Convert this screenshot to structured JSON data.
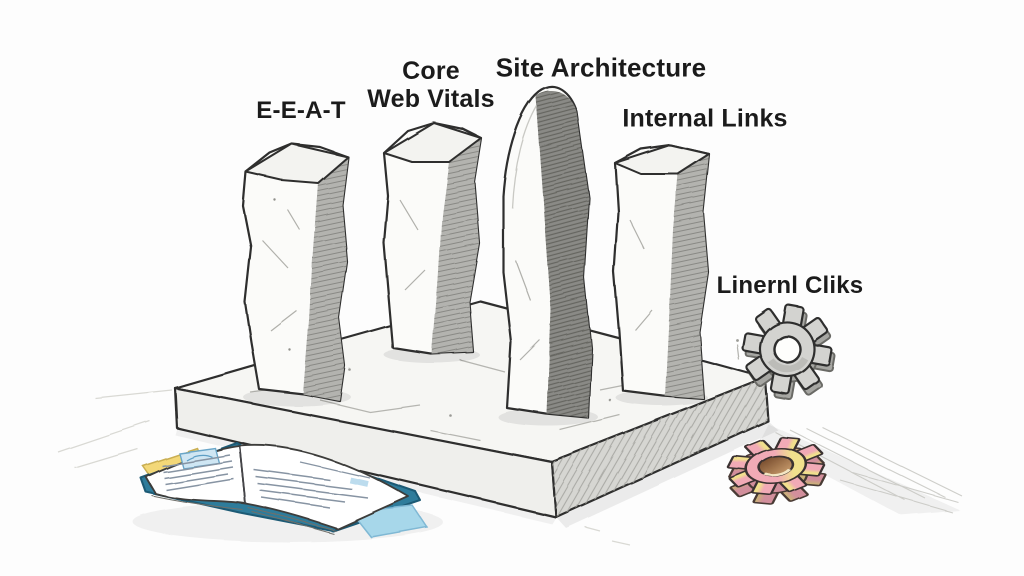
{
  "scene": {
    "type": "hand-drawn sketch of four stone pillars on a slab with gears and an open book",
    "background": "#fdfdfd",
    "labels": {
      "eeat": "E-E-A-T",
      "core_web_vitals": [
        "Core",
        "Web Vitals"
      ],
      "site_architecture": "Site Architecture",
      "internal_links": "Internal Links",
      "gear_caption": "Linernl Cliks"
    },
    "icons": [
      {
        "name": "gear-icon",
        "style": "gray pencil sketch gear, upright"
      },
      {
        "name": "gear-3d-color-icon",
        "style": "pink and yellow gear lying flat with brown hole"
      },
      {
        "name": "open-book-icon",
        "style": "open book, teal cover, yellow and blue inserts"
      }
    ],
    "colors": {
      "ink": "#2f2f2d",
      "text": "#1b1b1b",
      "stone-light": "#f3f3f0",
      "stone-face": "#fbfbf9",
      "stone-mid": "#b3b3af",
      "stone-dark": "#8a8a86",
      "platform-top": "#f6f6f3",
      "platform-left": "#efefec",
      "platform-right": "#d6d6d2",
      "gear-gray": "#d3d3d0",
      "gear-pink": "#f1aab6",
      "gear-yellow": "#f1e08d",
      "gear-hole-brown": "#6b4024",
      "book-cover": "#2e7b9b",
      "book-paper-yellow": "#f3d878",
      "book-paper-blue": "#a7d7ea",
      "book-line": "#8794a3"
    }
  }
}
